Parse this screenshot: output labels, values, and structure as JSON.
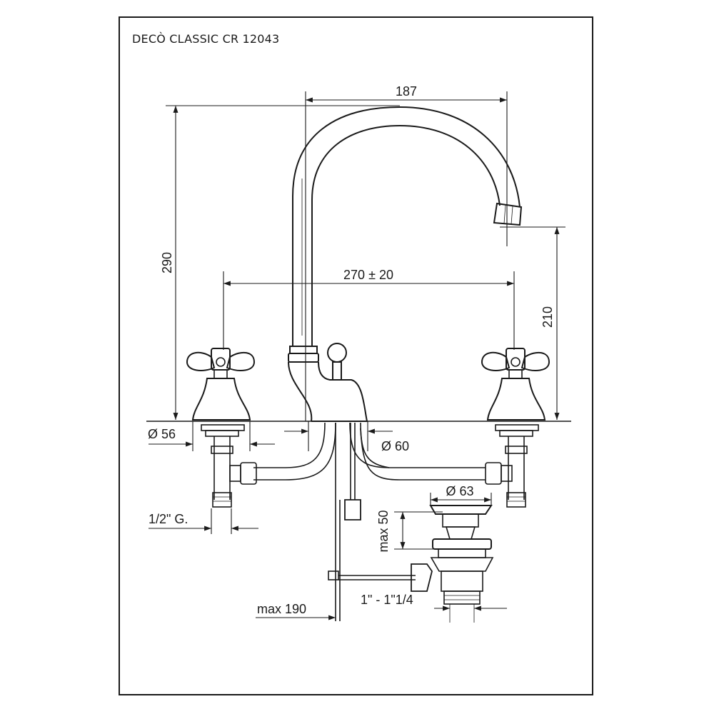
{
  "drawing": {
    "title": "DECÒ CLASSIC CR 12043",
    "dimensions": {
      "spout_reach": "187",
      "total_height": "290",
      "tap_spacing": "270 ± 20",
      "spout_height": "210",
      "tap_base_diameter": "Ø 56",
      "spout_base_diameter": "Ø 60",
      "waste_diameter": "Ø 63",
      "waste_max_height": "max 50",
      "inlet_thread": "1/2\" G.",
      "rod_max": "max 190",
      "waste_thread": "1\" - 1\"1/4"
    }
  },
  "colors": {
    "line": "#1a1a1a",
    "background": "#ffffff"
  }
}
